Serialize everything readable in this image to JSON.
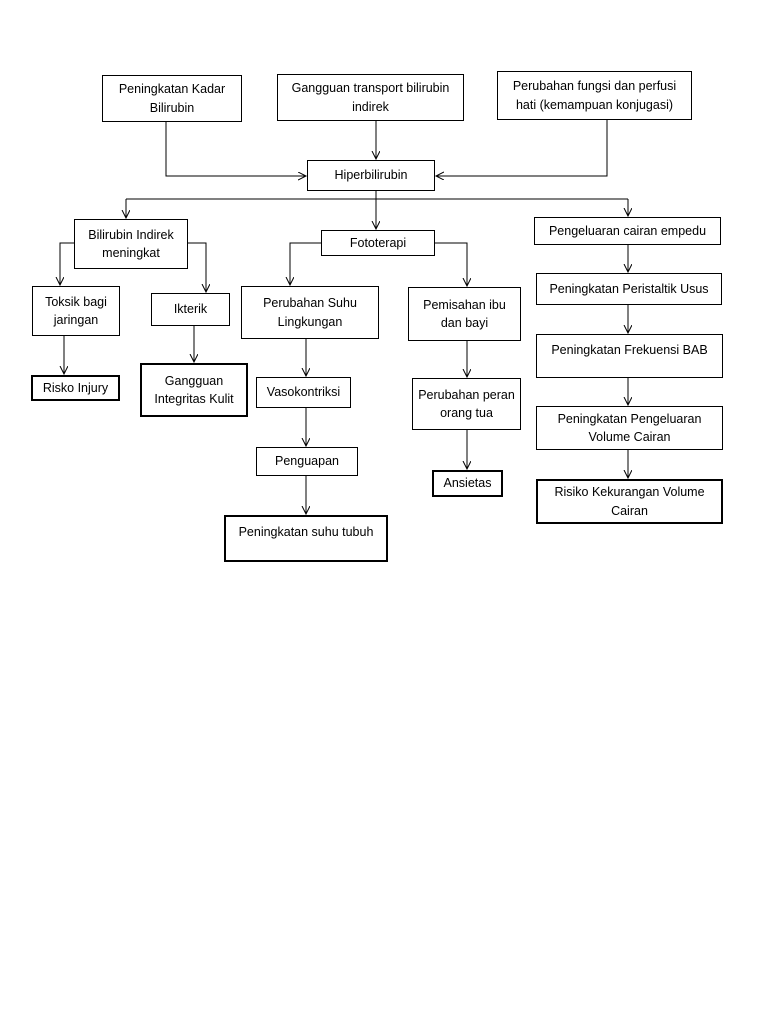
{
  "nodes": {
    "peningkatan_kadar_bilirubin": "Peningkatan Kadar Bilirubin",
    "gangguan_transport": "Gangguan transport bilirubin indirek",
    "perubahan_fungsi_hati": "Perubahan fungsi dan perfusi hati (kemampuan konjugasi)",
    "hiperbilirubin": "Hiperbilirubin",
    "bilirubin_indirek_meningkat": "Bilirubin Indirek meningkat",
    "fototerapi": "Fototerapi",
    "pengeluaran_cairan_empedu": "Pengeluaran cairan empedu",
    "toksik_bagi_jaringan": "Toksik bagi jaringan",
    "ikterik": "Ikterik",
    "perubahan_suhu_lingkungan": "Perubahan Suhu Lingkungan",
    "pemisahan_ibu_bayi": "Pemisahan ibu dan bayi",
    "peningkatan_peristaltik": "Peningkatan Peristaltik Usus",
    "risiko_injury": "Risko Injury",
    "gangguan_integritas_kulit": "Gangguan Integritas Kulit",
    "vasokontriksi": "Vasokontriksi",
    "perubahan_peran": "Perubahan peran orang tua",
    "peningkatan_frekuensi_bab": "Peningkatan Frekuensi  BAB",
    "penguapan": "Penguapan",
    "ansietas": "Ansietas",
    "peningkatan_pengeluaran_volume": "Peningkatan Pengeluaran Volume Cairan",
    "peningkatan_suhu_tubuh": "Peningkatan suhu tubuh",
    "risiko_kekurangan_volume": "Risiko Kekurangan Volume Cairan"
  }
}
